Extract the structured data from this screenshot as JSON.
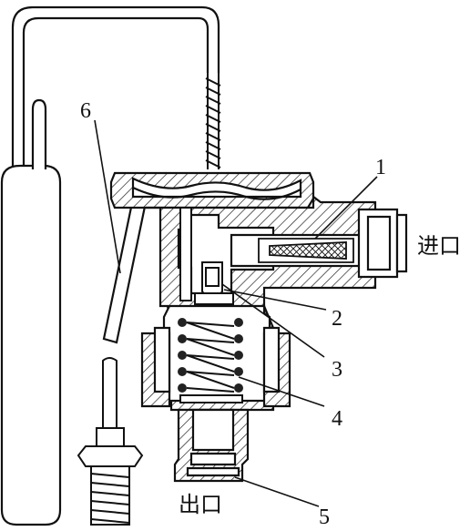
{
  "diagram": {
    "labels": {
      "part_1": "1",
      "part_2": "2",
      "part_3": "3",
      "part_4": "4",
      "part_5": "5",
      "part_6": "6",
      "inlet": "进口",
      "outlet": "出口"
    },
    "colors": {
      "line": "#111111",
      "fill": "#ffffff",
      "spring_coil": "#222222"
    }
  }
}
